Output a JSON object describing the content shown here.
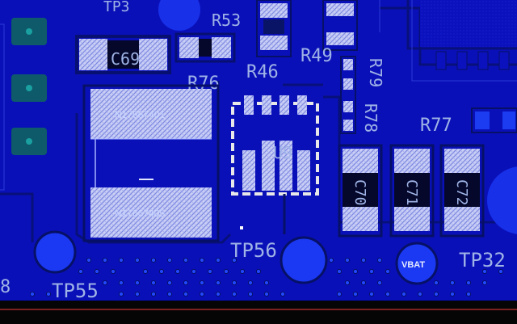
{
  "board": {
    "colors": {
      "copper_plane": "#0a10b8",
      "board_edge": "#6b2020",
      "pad_fill": "#c9cff5",
      "pad_hatch": "#8b95e8",
      "via": "#1c40ff",
      "silkscreen": "#9fb3e6",
      "outline_white": "#f2f2f2"
    },
    "labels": {
      "tp_top": "TP3",
      "r_top": "R53",
      "c69": "C69",
      "r76": "R76",
      "r46": "R46",
      "r49": "R49",
      "r79": "R79",
      "r78": "R78",
      "r77": "R77",
      "u9": "U9",
      "c70": "C70",
      "c71": "C71",
      "c72": "C72",
      "inductor_top": "N17667401",
      "inductor_bottom": "N17667405",
      "tp56": "TP56",
      "tp55": "TP55",
      "tp32": "TP32",
      "vbat": "VBAT",
      "left_num": "8"
    }
  }
}
